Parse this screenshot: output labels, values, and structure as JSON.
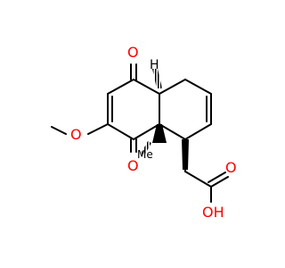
{
  "molecule": {
    "atoms": {
      "oxygen_top": "O",
      "hydrogen_top": "H",
      "oxygen_methoxy": "O",
      "oxygen_bottom": "O",
      "methyl": "Me",
      "oxygen_carbonyl": "O",
      "hydroxyl": "OH"
    }
  },
  "colors": {
    "bond": "#000000",
    "oxygen": "#ff0000",
    "background": "#ffffff"
  }
}
